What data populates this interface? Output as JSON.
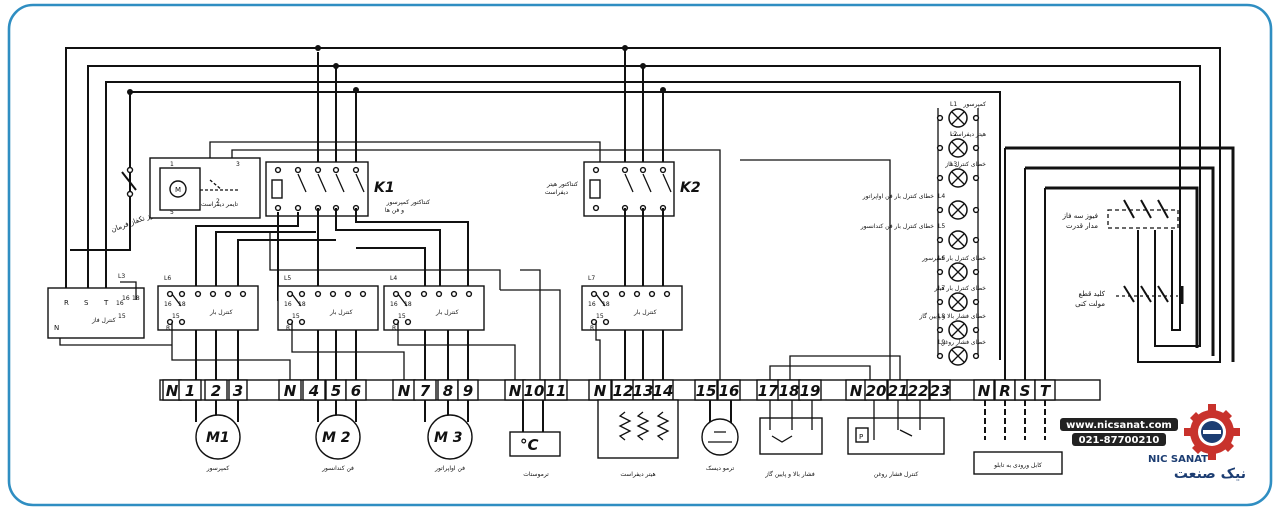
{
  "colors": {
    "frame": "#2f8ec2",
    "logo_red": "#c8322c",
    "logo_blue": "#1c3d72",
    "badge": "#222222"
  },
  "terminals": [
    "N",
    "1",
    "2",
    "3",
    "N",
    "4",
    "5",
    "6",
    "N",
    "7",
    "8",
    "9",
    "N",
    "10",
    "11",
    "N",
    "12",
    "13",
    "14",
    "15",
    "16",
    "17",
    "18",
    "19",
    "N",
    "20",
    "21",
    "22",
    "23",
    "N",
    "R",
    "S",
    "T"
  ],
  "motors": [
    {
      "id": "M1",
      "caption": "کمپرسور"
    },
    {
      "id": "M 2",
      "caption": "فن کندانسور"
    },
    {
      "id": "M 3",
      "caption": "فن اواپراتور"
    }
  ],
  "devices": {
    "thermostat": {
      "symbol": "°C",
      "caption": "ترموستات"
    },
    "heater": {
      "caption": "هیتر دیفراست"
    },
    "thermodisc": {
      "caption": "ترمو دیسک"
    },
    "hp_lp": {
      "caption": "فشار بالا و پایین گاز"
    },
    "oil": {
      "symbol": "P",
      "caption": "کنترل فشار روغن"
    },
    "supply": {
      "caption": "کابل ورودی به تابلو"
    }
  },
  "contactors": {
    "k1": {
      "name": "K1",
      "caption1": "کنتاکتور کمپرسور",
      "caption2": "و فن ها"
    },
    "k2": {
      "name": "K2",
      "caption1": "کنتاکتور هیتر",
      "caption2": "دیفراست"
    }
  },
  "timer": {
    "letter": "M",
    "caption": "تایمر دیفراست",
    "pins": [
      "1",
      "3",
      "2",
      "5"
    ]
  },
  "command_fuse": "فیوز تکفاز فرمان",
  "phase_fuse": {
    "line1": "فیوز سه فاز",
    "line2": "مدار قدرت"
  },
  "control_breaker": {
    "line1": "کلید قطع",
    "line2": "مولت کنی"
  },
  "phase_box": {
    "labels": [
      "R",
      "S",
      "T",
      "N"
    ],
    "caption": "کنترل فاز",
    "pins": [
      "16",
      "15"
    ]
  },
  "control_panels": [
    {
      "tag": "L6",
      "caption": "کنترل بار",
      "pins": [
        "16",
        "18",
        "15",
        "R"
      ]
    },
    {
      "tag": "L5",
      "caption": "کنترل بار",
      "pins": [
        "16",
        "18",
        "15",
        "R"
      ]
    },
    {
      "tag": "L4",
      "caption": "کنترل بار",
      "pins": [
        "16",
        "18",
        "15",
        "R"
      ]
    },
    {
      "tag": "L7",
      "caption": "کنترل بار",
      "pins": [
        "16",
        "18",
        "15",
        "R"
      ]
    }
  ],
  "l3": {
    "tag": "L3",
    "pins": [
      "16",
      "18"
    ]
  },
  "lamps": [
    {
      "tag": "L1",
      "text": "کمپرسور"
    },
    {
      "tag": "L2",
      "text": "هیتر دیفراست"
    },
    {
      "tag": "L3",
      "text": "خطای کنترل فاز"
    },
    {
      "tag": "L4",
      "text": "خطای کنترل بار فن اواپراتور"
    },
    {
      "tag": "L5",
      "text": "خطای کنترل بار فن کندانسور"
    },
    {
      "tag": "L6",
      "text": "خطای کنترل بار کمپرسور"
    },
    {
      "tag": "L7",
      "text": "خطای کنترل بار هیتر"
    },
    {
      "tag": "L8",
      "text": "خطای فشار بالا و پایین گاز"
    },
    {
      "tag": "L9",
      "text": "خطای فشار روغن"
    }
  ],
  "website": "www.nicsanat.com",
  "phone": "021-87700210",
  "brand_en": "NIC SANAT",
  "brand_fa": "نیک صنعت"
}
